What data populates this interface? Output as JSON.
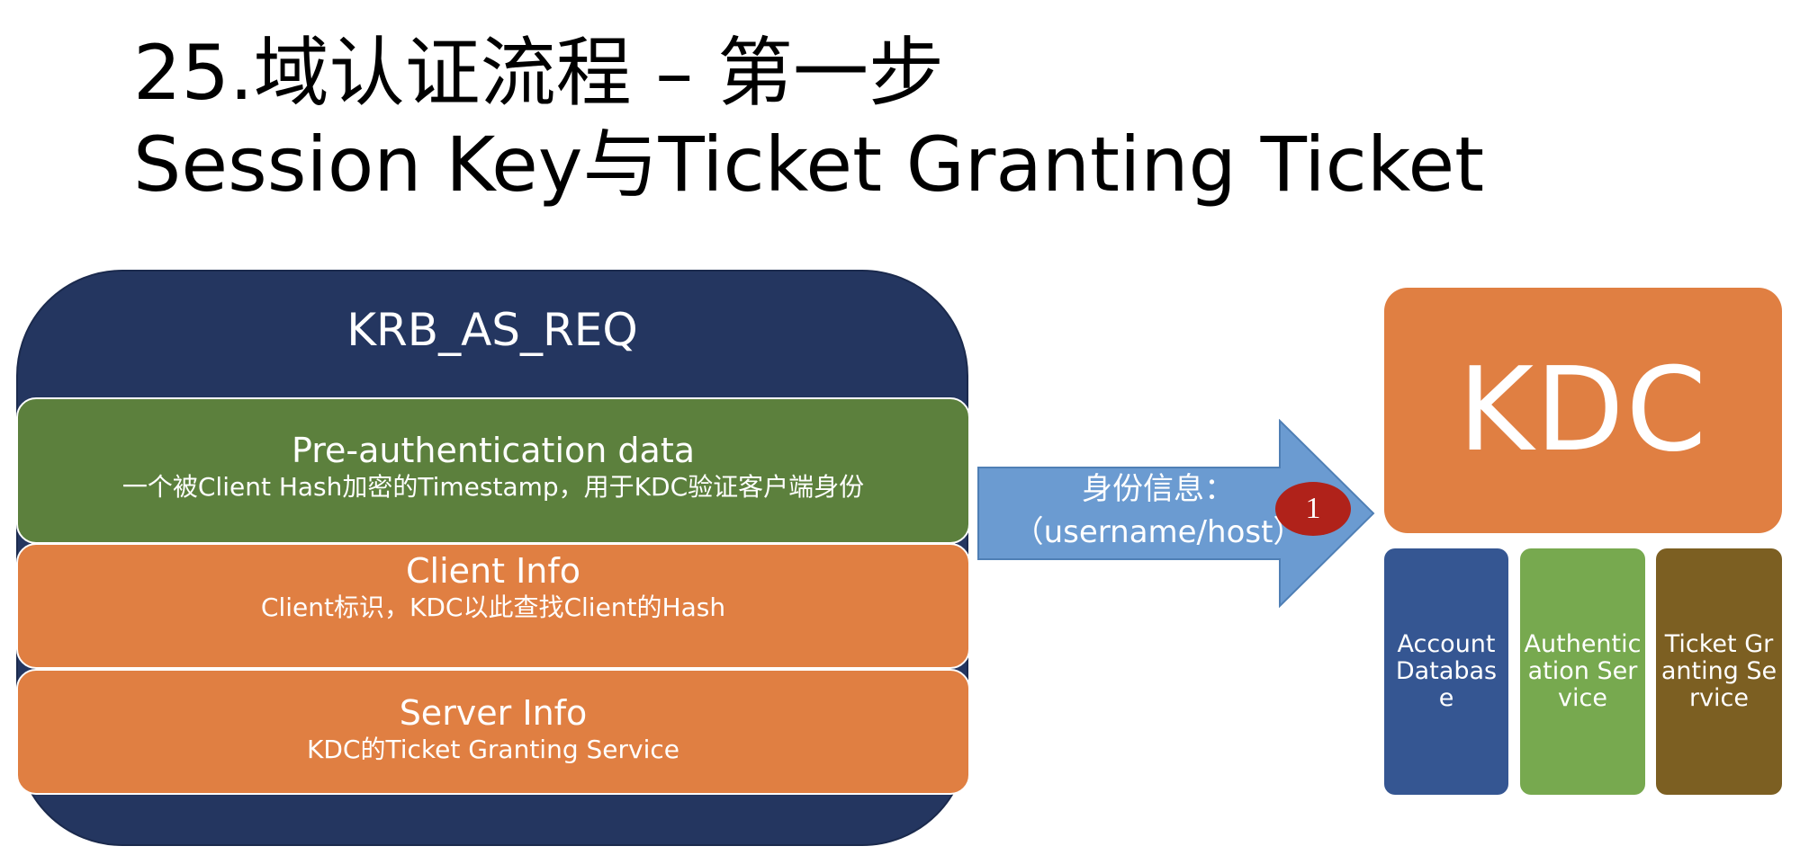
{
  "slide": {
    "title_line1": "25.域认证流程 – 第一步",
    "title_line2": "Session Key与Ticket Granting Ticket"
  },
  "message": {
    "title": "KRB_AS_REQ",
    "blocks": [
      {
        "title": "Pre-authentication data",
        "desc": "一个被Client Hash加密的Timestamp，用于KDC验证客户端身份",
        "color": "#5c803d"
      },
      {
        "title": "Client Info",
        "desc": "Client标识，KDC以此查找Client的Hash",
        "color": "#e07f42"
      },
      {
        "title": "Server Info",
        "desc": "KDC的Ticket Granting Service",
        "color": "#e07f42"
      }
    ],
    "container_color": "#243660"
  },
  "arrow": {
    "line1": "身份信息：",
    "line2": "（username/host）",
    "color": "#6b9bd1",
    "step": "1",
    "step_color": "#b0221a"
  },
  "kdc": {
    "label": "KDC",
    "color": "#e07f42",
    "services": [
      {
        "label": "Account Databas e",
        "color": "#355692"
      },
      {
        "label": "Authentic ation Service",
        "color": "#77a94f"
      },
      {
        "label": "Ticket Granting Service",
        "color": "#7c5f22"
      }
    ]
  }
}
